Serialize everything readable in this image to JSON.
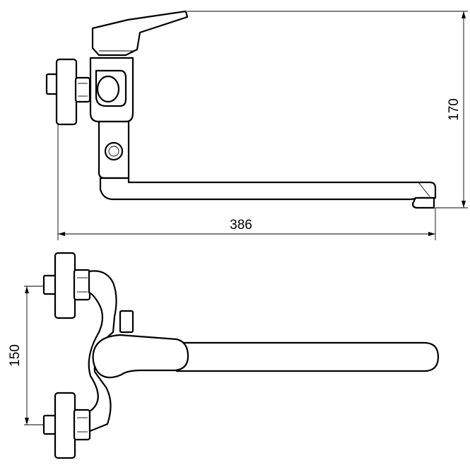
{
  "dimensions": {
    "width_label": "386",
    "height_label": "170",
    "spacing_label": "150"
  }
}
